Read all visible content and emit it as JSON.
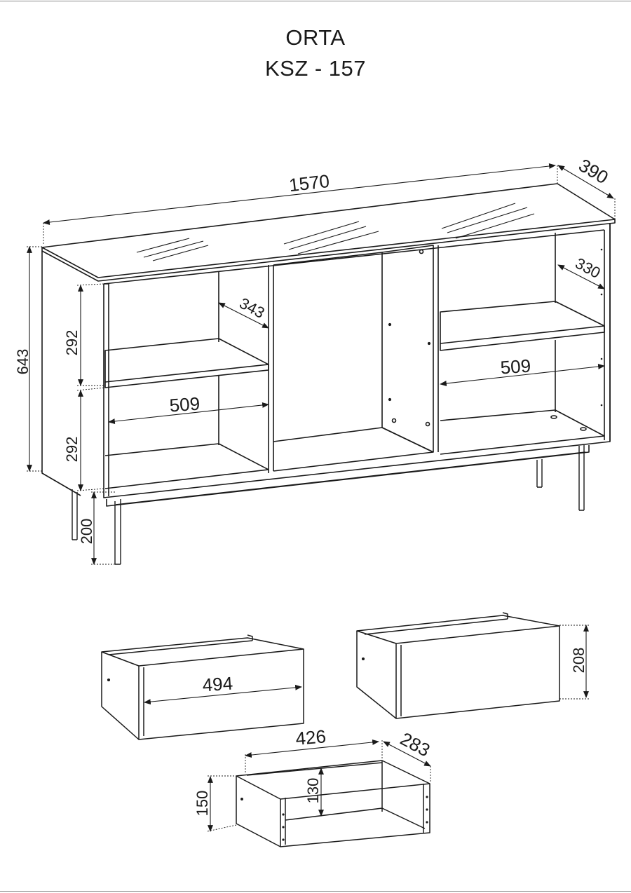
{
  "header": {
    "model_name": "ORTA",
    "model_code": "KSZ - 157"
  },
  "sideboard": {
    "dims": {
      "width": "1570",
      "depth": "390",
      "height": "643",
      "leg_height": "200",
      "left_upper_compartment_height": "292",
      "left_lower_compartment_height": "292",
      "left_shelf_depth": "343",
      "left_inner_width": "509",
      "right_shelf_depth": "330",
      "right_inner_width": "509"
    }
  },
  "drawers": {
    "front_drawer": {
      "front_width": "494"
    },
    "back_drawer": {
      "front_height": "208"
    },
    "open_box": {
      "inner_width": "426",
      "depth": "283",
      "outer_height": "150",
      "inner_height": "130"
    }
  }
}
